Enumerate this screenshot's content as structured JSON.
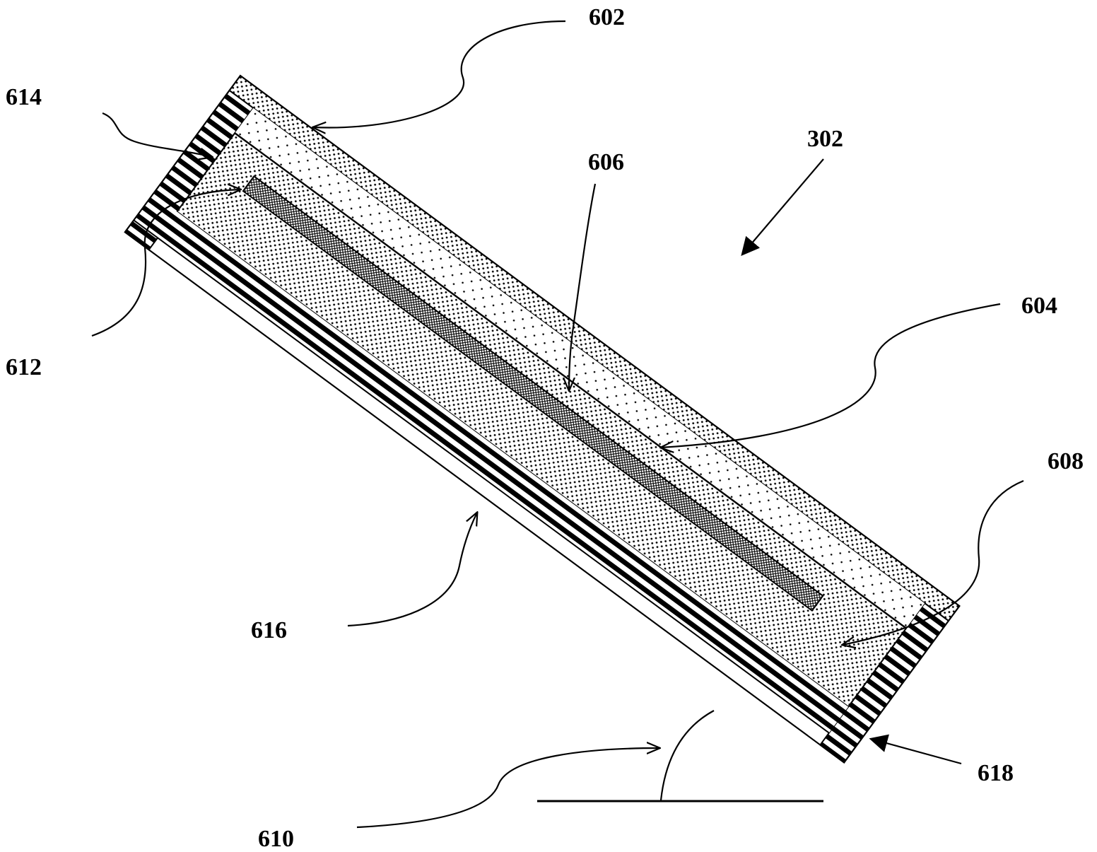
{
  "figure": {
    "reference_numerals": {
      "assembly": "302",
      "top_layer": "602",
      "upper_layer": "604",
      "upper_inner_line": "606",
      "lower_right_region": "608",
      "angle": "610",
      "inner_strip": "612",
      "left_end_cap": "614",
      "bottom_layer": "616",
      "right_end_cap": "618"
    }
  }
}
